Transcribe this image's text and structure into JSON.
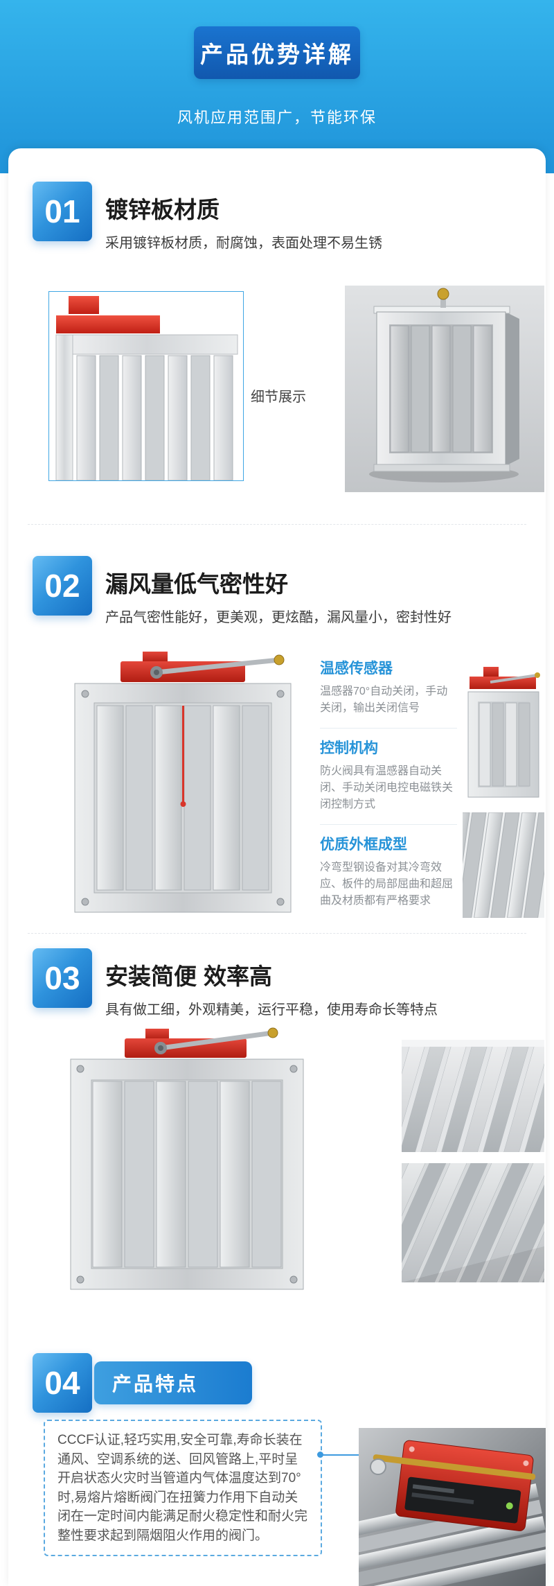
{
  "page": {
    "title": "产品优势详解",
    "subtitle": "风机应用范围广，节能环保"
  },
  "sections": {
    "s1": {
      "num": "01",
      "title": "镀锌板材质",
      "desc": "采用镀锌板材质，耐腐蚀，表面处理不易生锈",
      "caption": "细节展示"
    },
    "s2": {
      "num": "02",
      "title": "漏风量低气密性好",
      "desc": "产品气密性能好，更美观，更炫酷，漏风量小，密封性好",
      "features": [
        {
          "title": "温感传感器",
          "desc": "温感器70°自动关闭，手动关闭，输出关闭信号"
        },
        {
          "title": "控制机构",
          "desc": "防火阀具有温感器自动关闭、手动关闭电控电磁铁关闭控制方式"
        },
        {
          "title": "优质外框成型",
          "desc": "冷弯型钢设备对其冷弯效应、板件的局部屈曲和超屈曲及材质都有严格要求"
        }
      ]
    },
    "s3": {
      "num": "03",
      "title": "安装简便",
      "title_suffix": "效率高",
      "desc": "具有做工细，外观精美，运行平稳，使用寿命长等特点"
    },
    "s4": {
      "num": "04",
      "title": "产品特点",
      "body": "CCCF认证,轻巧实用,安全可靠,寿命长装在通风、空调系统的送、回风管路上,平时呈开启状态火灾时当管道内气体温度达到70°时,易熔片熔断阀门在扭簧力作用下自动关闭在一定时间内能满足耐火稳定性和耐火完整性要求起到隔烟阻火作用的阀门。"
    }
  },
  "colors": {
    "header_blue_top": "#35B4EC",
    "header_blue_bottom": "#1F93D9",
    "title_box_blue": "#1364C4",
    "badge_blue_start": "#64BBF2",
    "badge_blue_end": "#156FC3",
    "feature_title_blue": "#2693D8",
    "accent_red": "#D93327",
    "dashed_border_blue": "#5AA9E0"
  }
}
